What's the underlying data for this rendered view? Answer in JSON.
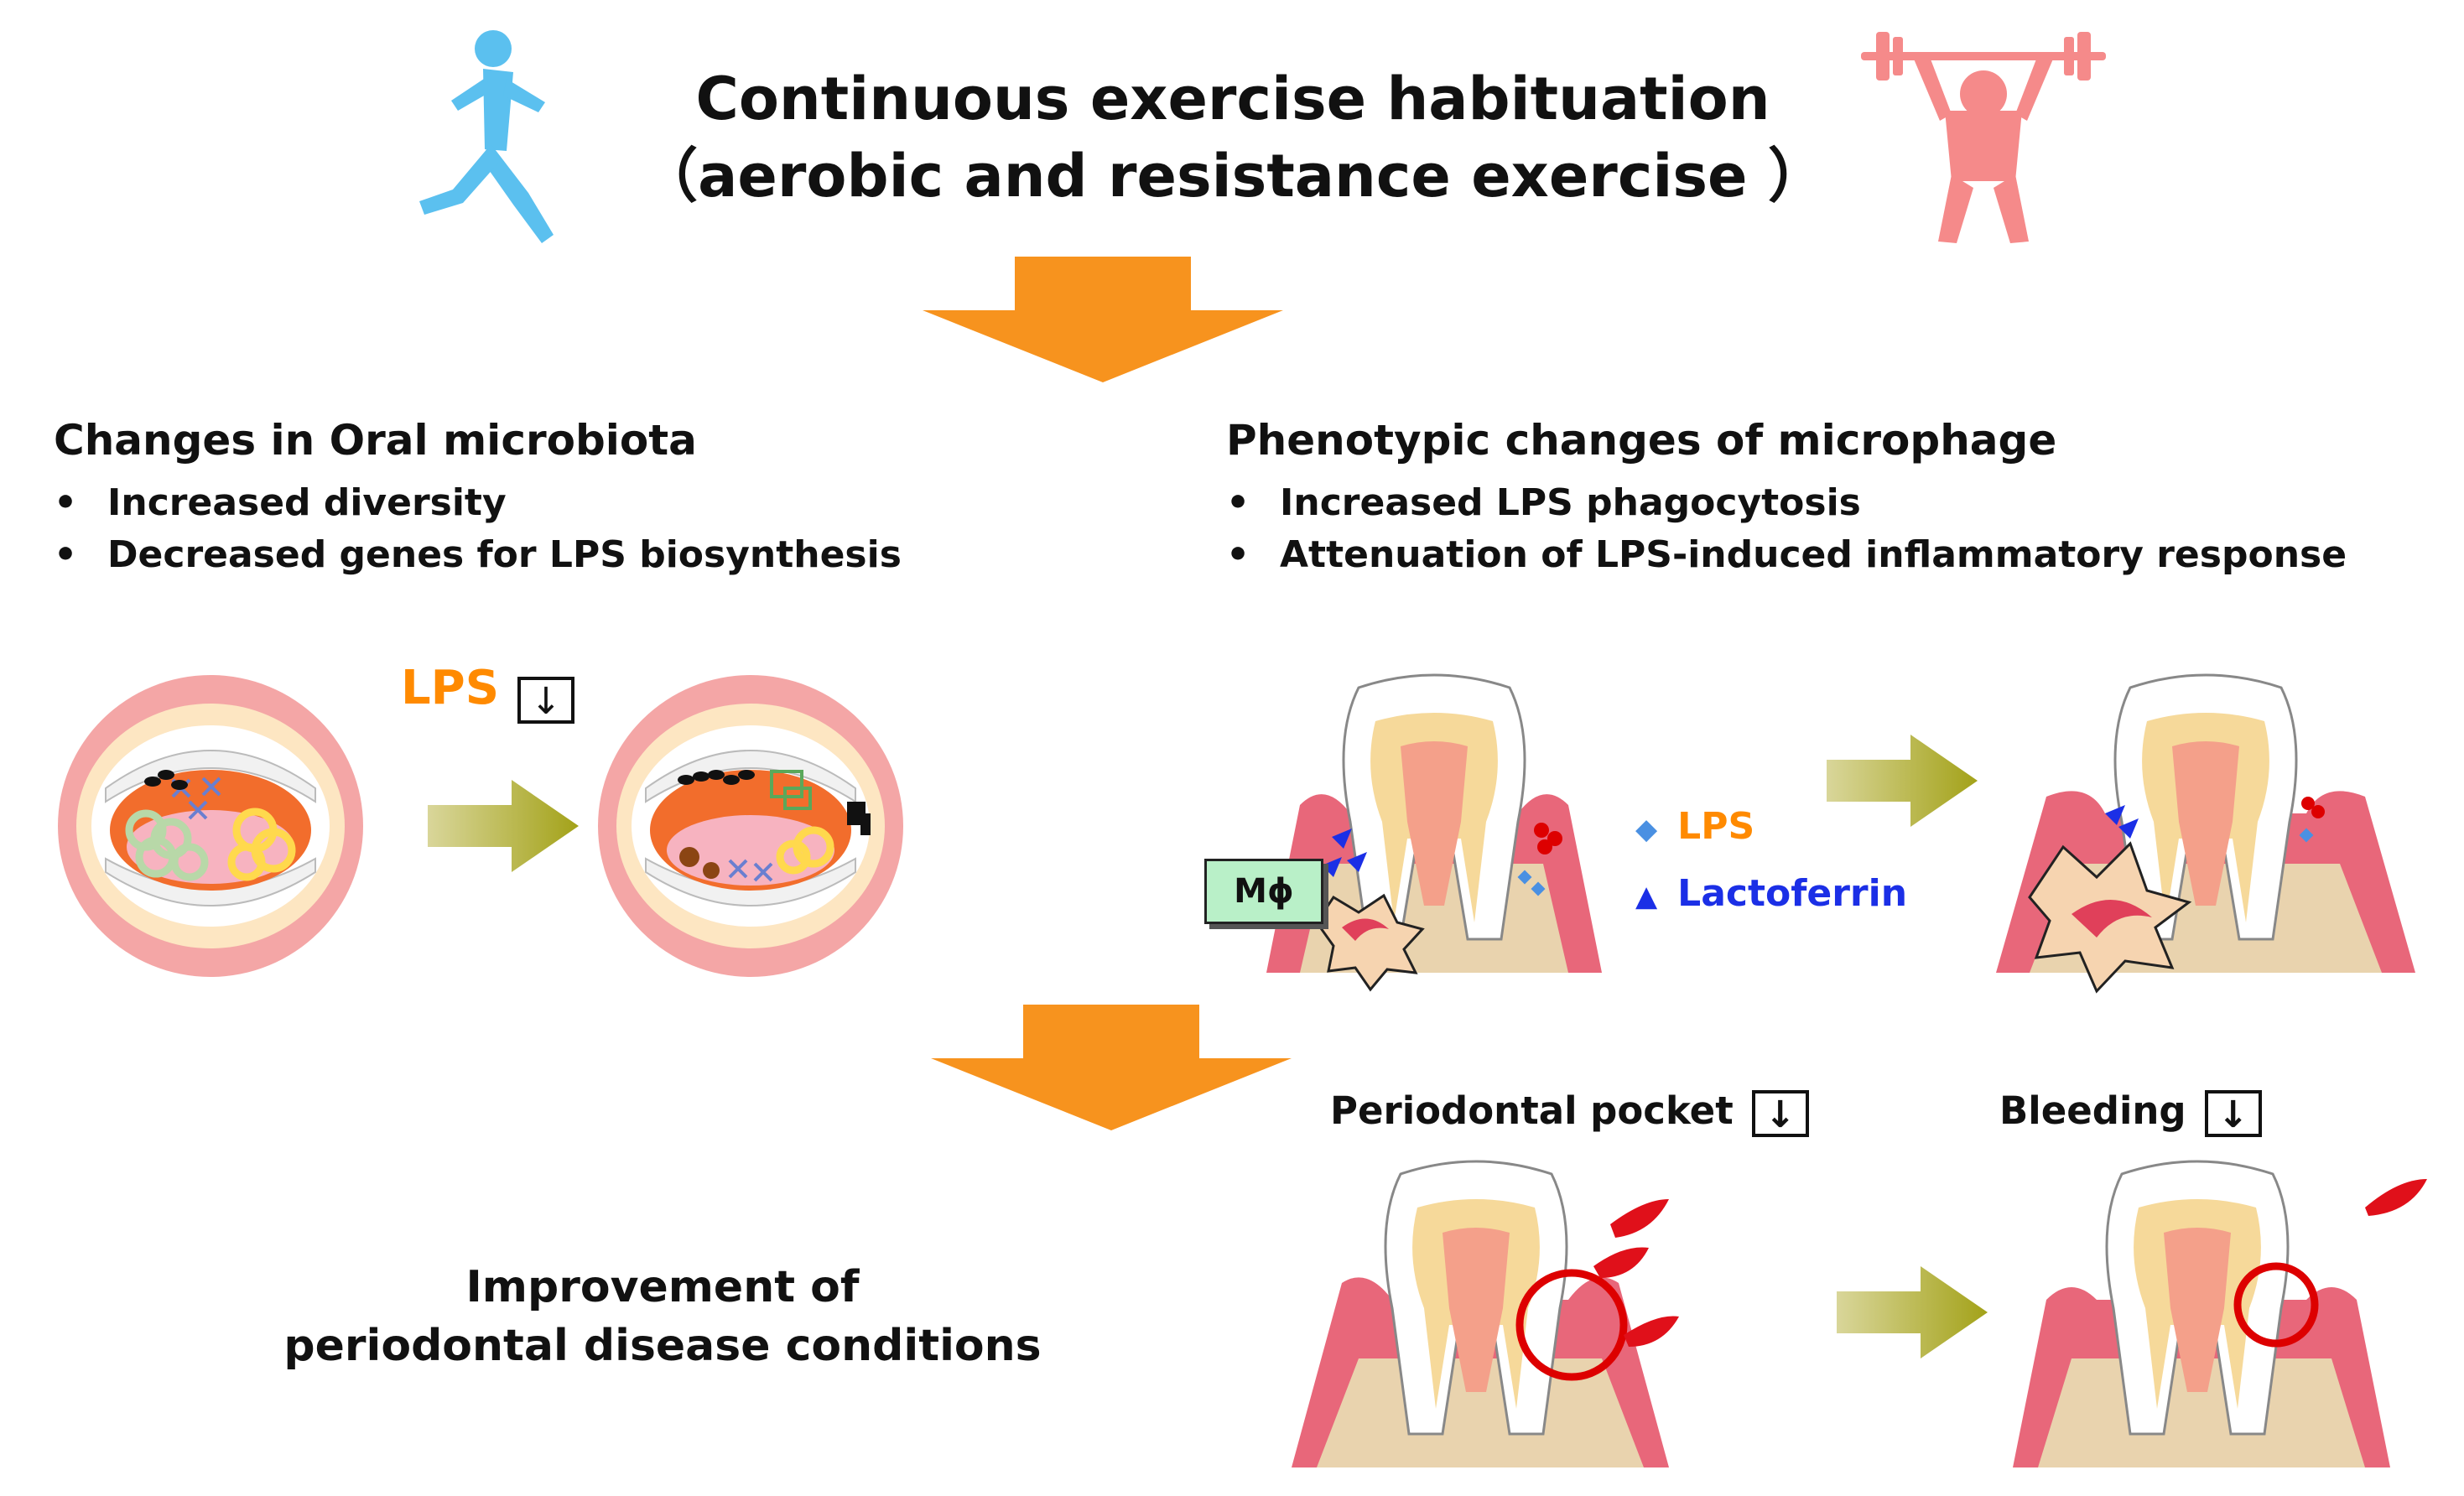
{
  "title": {
    "line1": "Continuous exercise habituation",
    "line2": "（aerobic and resistance exercise ）"
  },
  "left_section": {
    "heading": "Changes in Oral microbiota",
    "bullets": [
      "Increased diversity",
      "Decreased genes for LPS biosynthesis"
    ],
    "lps_label": "LPS",
    "down_symbol": "↓"
  },
  "right_section": {
    "heading": "Phenotypic changes of microphage",
    "bullets": [
      "Increased LPS phagocytosis",
      "Attenuation of LPS-induced inflammatory response"
    ],
    "macrophage_label": "Mϕ",
    "legend": {
      "lps": "LPS",
      "lactoferrin": "Lactoferrin"
    }
  },
  "outcome": {
    "line1": "Improvement of",
    "line2": "periodontal disease conditions",
    "pocket_label": "Periodontal pocket",
    "bleeding_label": "Bleeding",
    "down_symbol": "↓"
  },
  "icons": [
    "runner-icon",
    "weightlifter-icon",
    "down-arrow-icon",
    "right-arrow-icon",
    "mouth-icon",
    "tooth-icon",
    "macrophage-icon",
    "blood-drop-icon"
  ],
  "colors": {
    "runner": "#5bc0ef",
    "lifter": "#f58a8a",
    "orange_arrow": "#f7931e",
    "olive_arrow": "#a3a219",
    "lps_text": "#ff8a00",
    "lactoferrin_text": "#1b2fe6",
    "gum": "#e8677a",
    "blood": "#e0101a"
  }
}
